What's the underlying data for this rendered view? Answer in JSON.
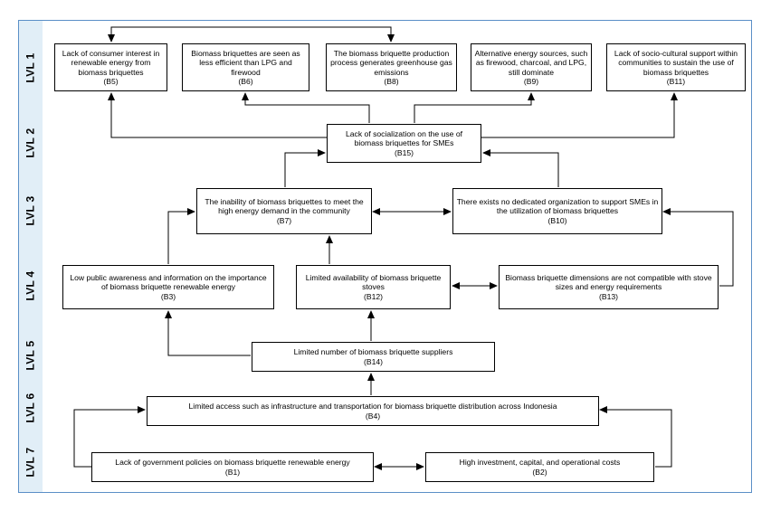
{
  "levels": [
    "LVL 1",
    "LVL 2",
    "LVL 3",
    "LVL 4",
    "LVL 5",
    "LVL 6",
    "LVL 7"
  ],
  "nodes": {
    "B5": {
      "text": "Lack of consumer interest in renewable energy from biomass briquettes",
      "code": "(B5)"
    },
    "B6": {
      "text": "Biomass briquettes are seen as less efficient than LPG and firewood",
      "code": "(B6)"
    },
    "B8": {
      "text": "The biomass briquette production process generates greenhouse gas emissions",
      "code": "(B8)"
    },
    "B9": {
      "text": "Alternative energy sources, such as firewood, charcoal, and LPG, still dominate",
      "code": "(B9)"
    },
    "B11": {
      "text": "Lack of socio-cultural support within communities to sustain the use of biomass briquettes",
      "code": "(B11)"
    },
    "B15": {
      "text": "Lack of socialization on the use of biomass briquettes for SMEs",
      "code": "(B15)"
    },
    "B7": {
      "text": "The inability of biomass briquettes to meet the high energy demand in the community",
      "code": "(B7)"
    },
    "B10": {
      "text": "There exists no dedicated organization to support SMEs in the utilization of biomass briquettes",
      "code": "(B10)"
    },
    "B3": {
      "text": "Low public awareness and information on the importance of biomass briquette renewable energy",
      "code": "(B3)"
    },
    "B12": {
      "text": "Limited availability of biomass briquette stoves",
      "code": "(B12)"
    },
    "B13": {
      "text": "Biomass briquette dimensions are not compatible with stove sizes and energy requirements",
      "code": "(B13)"
    },
    "B14": {
      "text": "Limited number of biomass briquette suppliers",
      "code": "(B14)"
    },
    "B4": {
      "text": "Limited access such as infrastructure and transportation for biomass briquette distribution across Indonesia",
      "code": "(B4)"
    },
    "B1": {
      "text": "Lack of government policies on biomass briquette renewable energy",
      "code": "(B1)"
    },
    "B2": {
      "text": "High investment, capital, and operational costs",
      "code": "(B2)"
    }
  },
  "edges": [
    {
      "from": "B5",
      "to": "B8",
      "bidirectional": true
    },
    {
      "from": "B15",
      "to": "B5",
      "bidirectional": false
    },
    {
      "from": "B15",
      "to": "B6",
      "bidirectional": false
    },
    {
      "from": "B15",
      "to": "B9",
      "bidirectional": false
    },
    {
      "from": "B15",
      "to": "B11",
      "bidirectional": false
    },
    {
      "from": "B7",
      "to": "B15",
      "bidirectional": false
    },
    {
      "from": "B10",
      "to": "B15",
      "bidirectional": false
    },
    {
      "from": "B7",
      "to": "B10",
      "bidirectional": true
    },
    {
      "from": "B3",
      "to": "B7",
      "bidirectional": false
    },
    {
      "from": "B12",
      "to": "B7",
      "bidirectional": false
    },
    {
      "from": "B13",
      "to": "B10",
      "bidirectional": false
    },
    {
      "from": "B12",
      "to": "B13",
      "bidirectional": true
    },
    {
      "from": "B14",
      "to": "B3",
      "bidirectional": false
    },
    {
      "from": "B14",
      "to": "B12",
      "bidirectional": false
    },
    {
      "from": "B4",
      "to": "B14",
      "bidirectional": false
    },
    {
      "from": "B1",
      "to": "B4",
      "bidirectional": false
    },
    {
      "from": "B2",
      "to": "B4",
      "bidirectional": false
    },
    {
      "from": "B1",
      "to": "B2",
      "bidirectional": true
    }
  ]
}
